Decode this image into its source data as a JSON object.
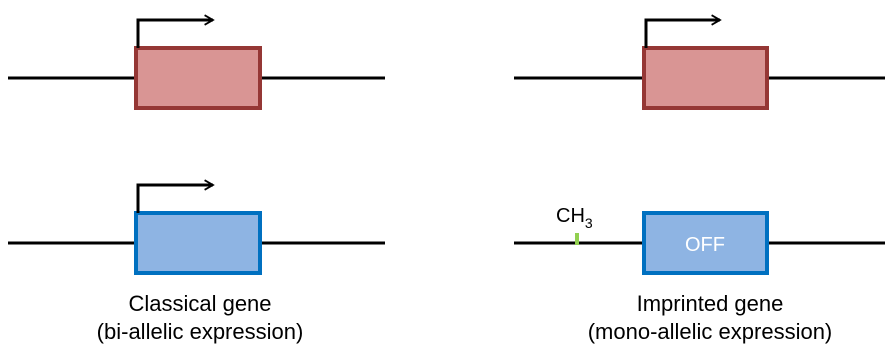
{
  "panels": [
    {
      "caption_line1": "Classical gene",
      "caption_line2": "(bi-allelic expression)"
    },
    {
      "caption_line1": "Imprinted gene",
      "caption_line2": "(mono-allelic expression)",
      "methyl_label": "CH",
      "methyl_subscript": "3",
      "off_label": "OFF"
    }
  ],
  "colors": {
    "maternal_fill": "#d99594",
    "maternal_stroke": "#953735",
    "paternal_fill": "#8eb4e3",
    "paternal_stroke": "#0070c0",
    "methyl_mark": "#92d050",
    "line": "#000000"
  }
}
